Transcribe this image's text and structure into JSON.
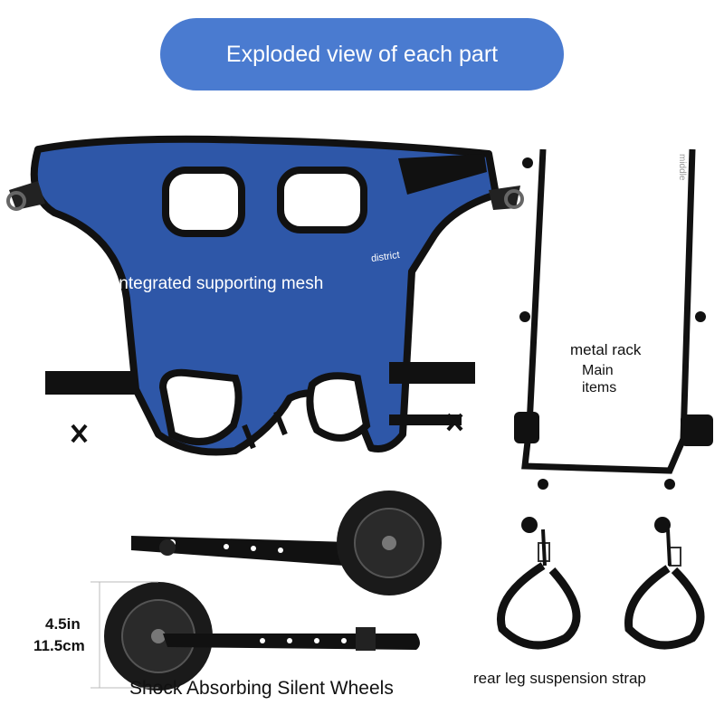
{
  "header": {
    "title": "Exploded view of each part"
  },
  "parts": {
    "mesh": {
      "label": "Integrated supporting mesh",
      "zone_label": "district"
    },
    "rack": {
      "side_label": "middle",
      "label": "metal rack",
      "sub_label_line1": "Main",
      "sub_label_line2": "items"
    },
    "wheels": {
      "label": "Shock Absorbing Silent Wheels",
      "size_in": "4.5in",
      "size_cm": "11.5cm"
    },
    "strap": {
      "label": "rear leg suspension strap"
    }
  },
  "colors": {
    "header_bg": "#4a7bd0",
    "mesh_blue": "#2e57a8",
    "frame_black": "#111111"
  }
}
